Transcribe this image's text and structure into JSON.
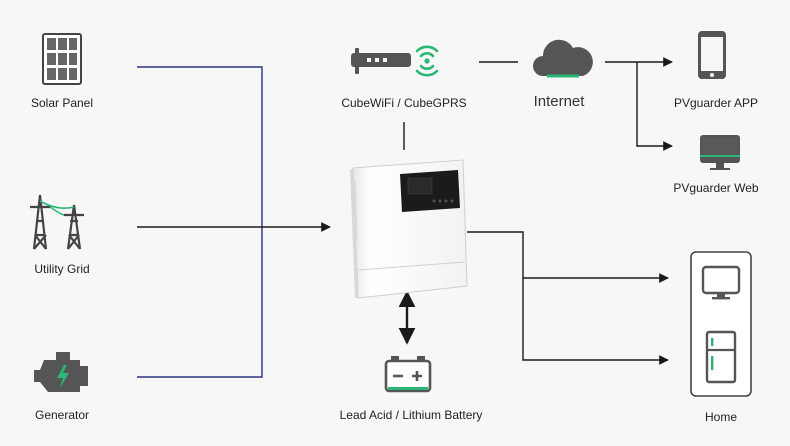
{
  "nodes": {
    "solar_panel": "Solar Panel",
    "utility_grid": "Utility Grid",
    "generator": "Generator",
    "cube": "CubeWiFi / CubeGPRS",
    "internet": "Internet",
    "app": "PVguarder APP",
    "web": "PVguarder Web",
    "battery": "Lead Acid / Lithium Battery",
    "home": "Home"
  },
  "colors": {
    "line_dark": "#1a1a1a",
    "line_blue": "#2c3580",
    "icon_gray": "#555555",
    "accent_green": "#2bb673",
    "inverter_screen": "#1b1b1b"
  },
  "icons": {
    "solar_panel": "solar-panel-icon",
    "utility_grid": "power-tower-icon",
    "generator": "engine-icon",
    "cube": "wifi-dongle-icon",
    "internet": "cloud-icon",
    "app": "smartphone-icon",
    "web": "monitor-icon",
    "battery": "battery-icon",
    "inverter": "inverter-icon",
    "home_tv": "tv-icon",
    "home_fridge": "fridge-icon"
  }
}
